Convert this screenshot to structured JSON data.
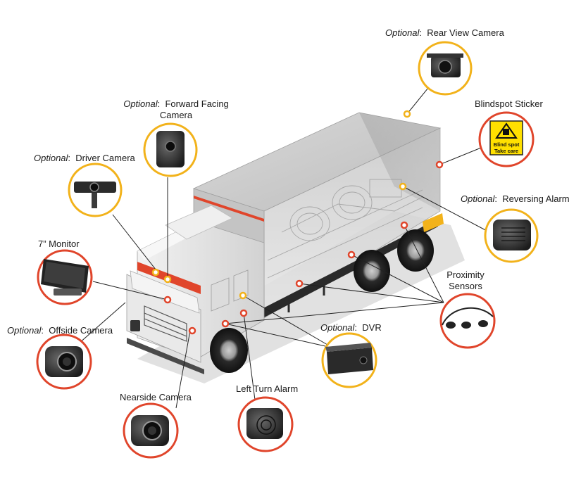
{
  "colors": {
    "red": "#e0452b",
    "yellow": "#f2b21a",
    "lineColor": "#222222"
  },
  "labels": {
    "rear_view_camera": {
      "prefix": "Optional",
      "sep": ":",
      "text": "  Rear View Camera"
    },
    "blindspot_sticker": {
      "text": "Blindspot Sticker"
    },
    "forward_facing_camera": {
      "prefix": "Optional",
      "sep": ":",
      "text": "  Forward Facing",
      "line2": "Camera"
    },
    "driver_camera": {
      "prefix": "Optional",
      "sep": ":",
      "text": "  Driver Camera"
    },
    "reversing_alarm": {
      "prefix": "Optional",
      "sep": ":",
      "text": "  Reversing Alarm"
    },
    "monitor": {
      "text": "7” Monitor"
    },
    "proximity_sensors": {
      "line1": "Proximity",
      "line2": "Sensors"
    },
    "offside_camera": {
      "prefix": "Optional",
      "sep": ":",
      "text": "  Offside Camera"
    },
    "dvr": {
      "prefix": "Optional",
      "sep": ":",
      "text": "  DVR"
    },
    "left_turn_alarm": {
      "text": "Left Turn Alarm"
    },
    "nearside_camera": {
      "text": "Nearside Camera"
    }
  },
  "sticker": {
    "line1": "Blind spot",
    "line2": "Take care"
  },
  "icons": [
    "rear-camera-icon",
    "blindspot-sticker-icon",
    "forward-camera-icon",
    "driver-camera-icon",
    "reversing-alarm-icon",
    "monitor-icon",
    "proximity-sensors-icon",
    "offside-camera-icon",
    "dvr-icon",
    "left-turn-alarm-icon",
    "nearside-camera-icon",
    "truck-illustration"
  ]
}
